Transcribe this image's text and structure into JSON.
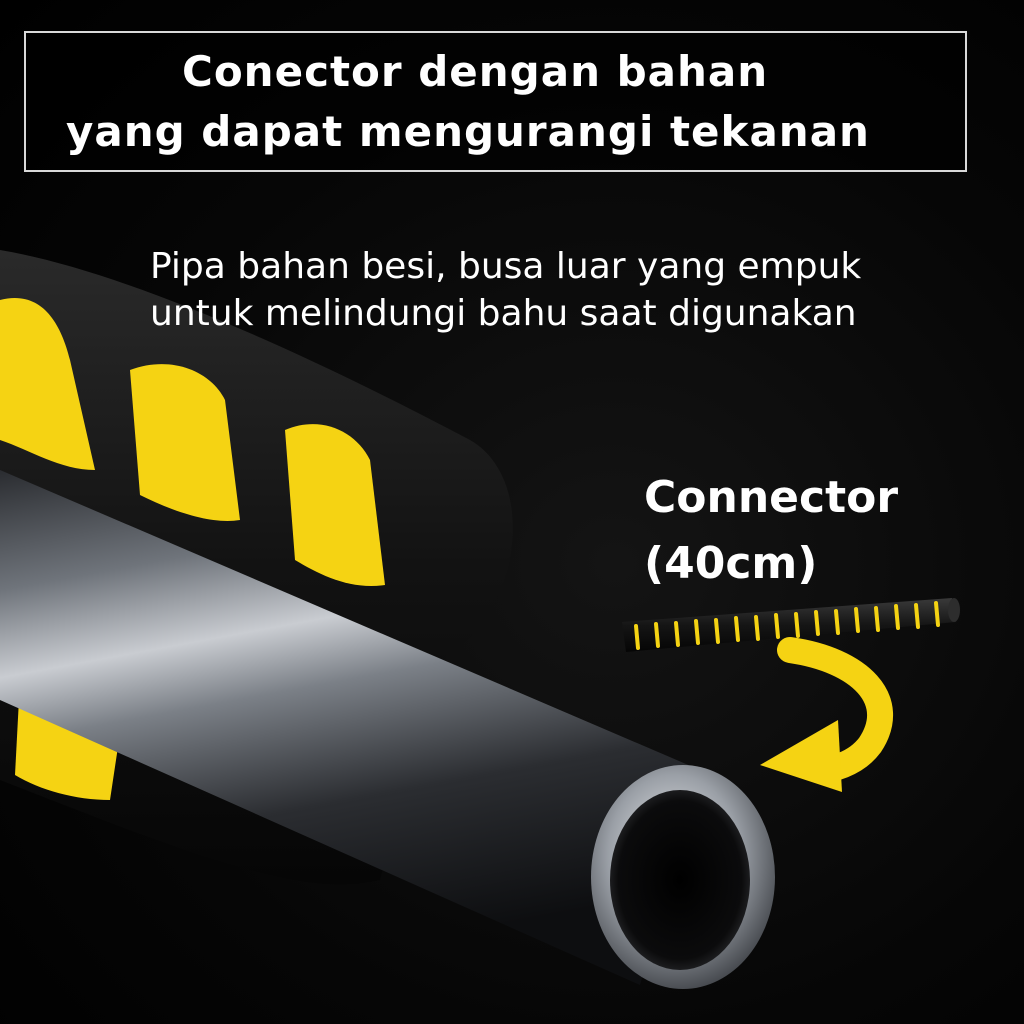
{
  "title": {
    "line1": "Conector dengan bahan",
    "line2": "yang dapat mengurangi tekanan"
  },
  "subtitle": {
    "line1": "Pipa bahan besi, busa luar yang empuk",
    "line2": "untuk melindungi bahu saat digunakan"
  },
  "connector": {
    "name": "Connector",
    "size": "(40cm)"
  },
  "colors": {
    "background": "#050505",
    "accent_yellow": "#f5d313",
    "foam_black": "#151515",
    "pipe_steel": "#8a8f96",
    "text": "#ffffff"
  },
  "icons": {
    "arrow": "curved-arrow-icon"
  }
}
